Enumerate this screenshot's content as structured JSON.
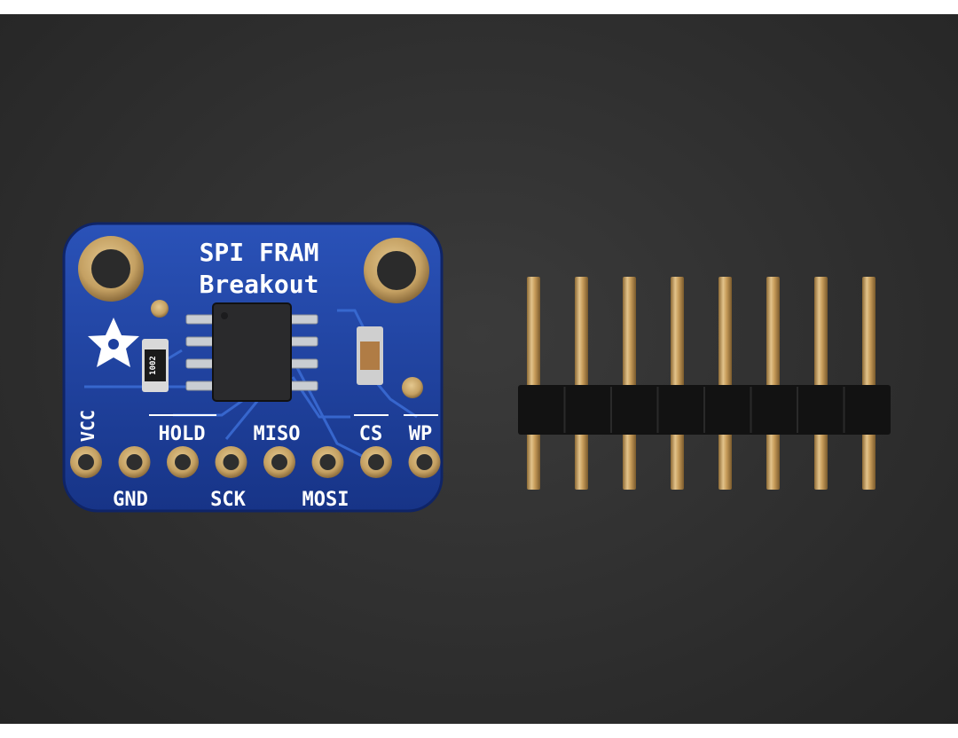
{
  "board": {
    "title_line1": "SPI FRAM",
    "title_line2": "Breakout",
    "resistor_code": "1002",
    "pins_top": {
      "hold": "HOLD",
      "miso": "MISO",
      "cs": "CS",
      "wp": "WP"
    },
    "pins_bottom": {
      "gnd": "GND",
      "sck": "SCK",
      "mosi": "MOSI"
    },
    "pin_vcc": "VCC",
    "colors": {
      "pcb": "#1d3f9e",
      "silkscreen": "#ffffff",
      "gold": "#c7a15e",
      "background": "#2f2f2f",
      "header_plastic": "#111111"
    }
  },
  "header_strip": {
    "pin_count": 8
  },
  "icons": [
    "adafruit-star-icon"
  ]
}
